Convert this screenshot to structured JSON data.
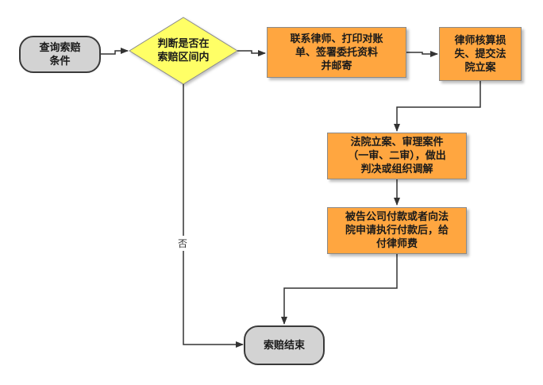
{
  "nodes": {
    "start": "查询索赔\n条件",
    "decision": "判断是否在\n索赔区间内",
    "step1": "联系律师、打印对账\n单、签署委托资料\n并邮寄",
    "step2": "律师核算损\n失、提交法\n院立案",
    "step3": "法院立案、审理案件\n（一审、二审），做出\n判决或组织调解",
    "step4": "被告公司付款或者向法\n院申请执行付款后，给\n付律师费",
    "end": "索赔结束"
  },
  "edges": {
    "no_label": "否"
  },
  "colors": {
    "terminal_fill": "#d3d3d3",
    "decision_fill": "#ffff66",
    "process_fill": "#ffa640",
    "line": "#333333"
  }
}
